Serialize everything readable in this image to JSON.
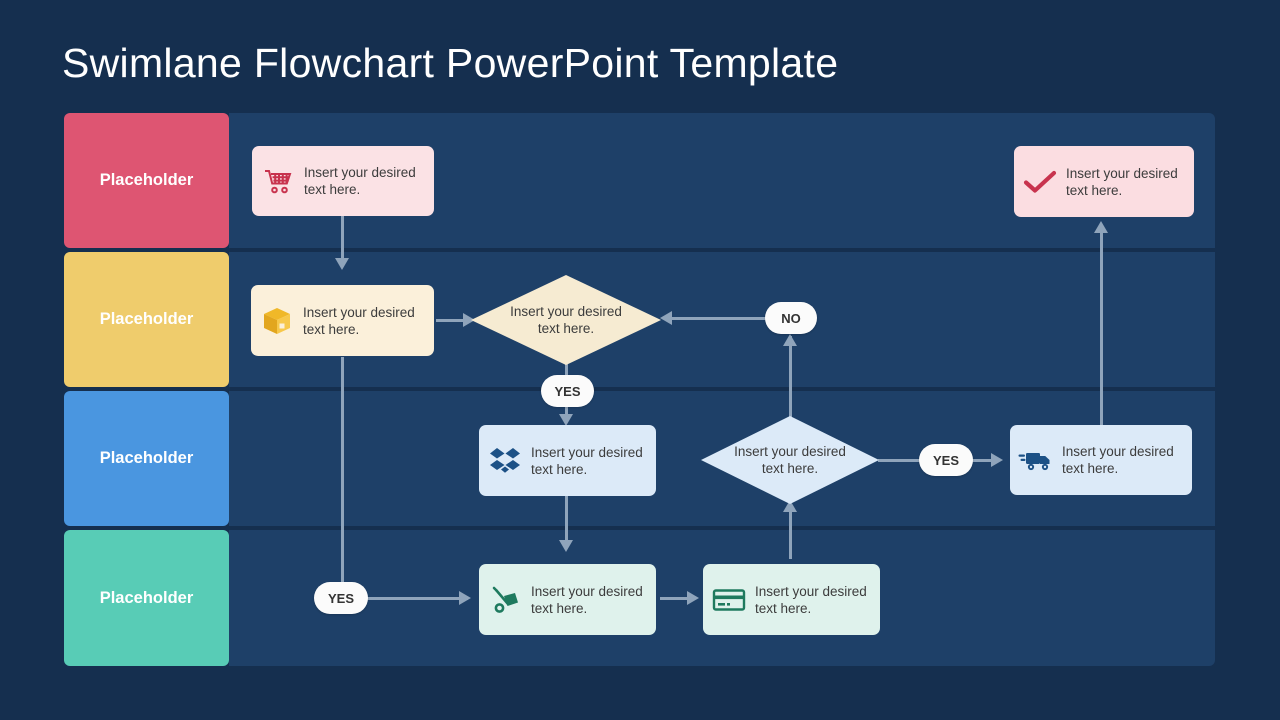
{
  "page": {
    "title": "Swimlane Flowchart PowerPoint Template",
    "background_color": "#152F4F",
    "lane_band_color": "#1E4068",
    "connector_color": "#8FA4BB"
  },
  "lanes": [
    {
      "label": "Placeholder",
      "color": "#DE5572"
    },
    {
      "label": "Placeholder",
      "color": "#EFCC6C"
    },
    {
      "label": "Placeholder",
      "color": "#4A96E0"
    },
    {
      "label": "Placeholder",
      "color": "#58CCB6"
    }
  ],
  "nodes": [
    {
      "id": "cart",
      "icon": "shopping-cart-icon",
      "text": "Insert your desired text here.",
      "fill": "#FBE2E5",
      "icon_color": "#C8334E",
      "lane": 1
    },
    {
      "id": "check",
      "icon": "check-mark-icon",
      "text": "Insert your desired text here.",
      "fill": "#FBDDE1",
      "icon_color": "#C8334E",
      "lane": 1
    },
    {
      "id": "package",
      "icon": "package-box-icon",
      "text": "Insert your desired text here.",
      "fill": "#FBF0DA",
      "icon_color": "#EAB328",
      "lane": 2
    },
    {
      "id": "layers",
      "icon": "open-box-layers-icon",
      "text": "Insert your desired text here.",
      "fill": "#DCEAF8",
      "icon_color": "#1C5186",
      "lane": 3
    },
    {
      "id": "truck",
      "icon": "delivery-truck-icon",
      "text": "Insert your desired text here.",
      "fill": "#DCEAF8",
      "icon_color": "#1C5186",
      "lane": 3
    },
    {
      "id": "dolly",
      "icon": "hand-truck-icon",
      "text": "Insert your desired text here.",
      "fill": "#DFF2EC",
      "icon_color": "#1E7A5E",
      "lane": 4
    },
    {
      "id": "card",
      "icon": "credit-card-icon",
      "text": "Insert your desired text here.",
      "fill": "#DFF2EC",
      "icon_color": "#1E7A5E",
      "lane": 4
    }
  ],
  "decisions": [
    {
      "id": "decision-top",
      "text": "Insert your desired text here.",
      "fill": "#F6EBD2",
      "lane": 2
    },
    {
      "id": "decision-mid",
      "text": "Insert your desired text here.",
      "fill": "#DCEAF8",
      "lane": 3
    }
  ],
  "connector_labels": [
    {
      "id": "no-badge",
      "label": "NO"
    },
    {
      "id": "yes-badge-top",
      "label": "YES"
    },
    {
      "id": "yes-badge-right",
      "label": "YES"
    },
    {
      "id": "yes-badge-bottom",
      "label": "YES"
    }
  ]
}
